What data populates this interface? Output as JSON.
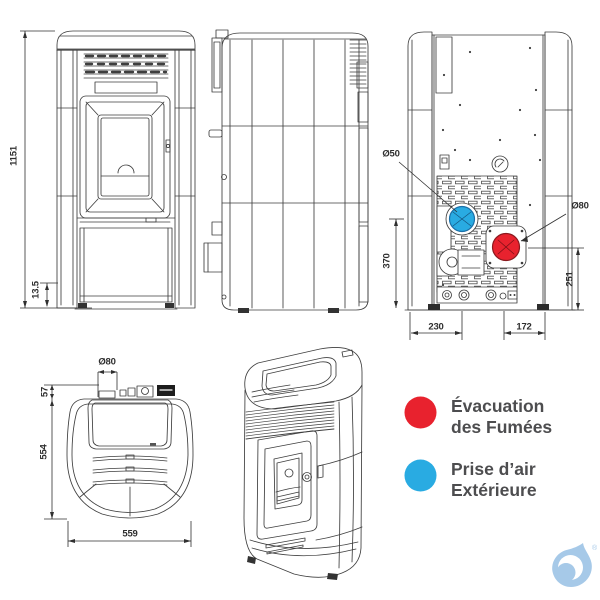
{
  "dimensions": {
    "front": {
      "overall_height": "1151",
      "base_height": "13.5"
    },
    "rear": {
      "air_inlet_diameter": "Ø50",
      "flue_diameter": "Ø80",
      "air_inlet_height": "370",
      "flue_height": "251",
      "air_inlet_offset_left": "230",
      "flue_offset_right": "172"
    },
    "top": {
      "flue_diameter": "Ø80",
      "flue_offset_back": "57",
      "depth": "554",
      "width": "559"
    }
  },
  "legend": {
    "items": [
      {
        "color": "#E8222E",
        "line1": "Évacuation",
        "line2": "des Fumées"
      },
      {
        "color": "#29ABE2",
        "line1": "Prise d’air",
        "line2": "Extérieure"
      }
    ]
  },
  "colors": {
    "flue_red": "#E8222E",
    "air_blue": "#29ABE2",
    "legend_text": "#4D4D4F",
    "line": "#3E3E3E",
    "logo_blue": "#A6C9E8"
  },
  "logo": {
    "registered": "®"
  }
}
